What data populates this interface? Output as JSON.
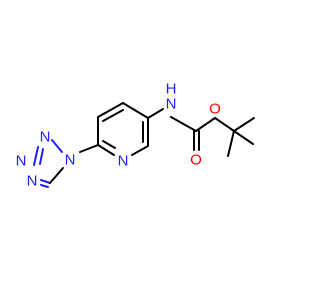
{
  "molecule": {
    "atoms": {
      "n_amide": "N",
      "h_amide": "H",
      "o_ester": "O",
      "o_carbonyl": "O",
      "n_pyridine": "N",
      "n_tz1": "N",
      "n_tz2": "N",
      "n_tz3": "N",
      "n_tz4": "N"
    },
    "colors": {
      "carbon_bonds": "#000000",
      "nitrogen": "#1f1fff",
      "oxygen": "#ff0000",
      "background": "#ffffff"
    }
  }
}
